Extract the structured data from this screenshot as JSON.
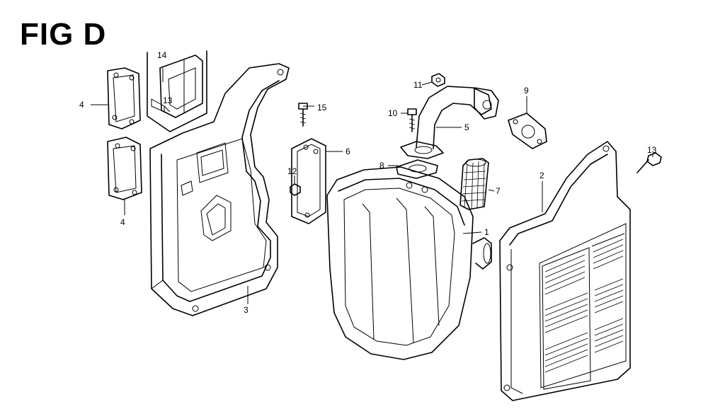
{
  "figure": {
    "title": "FIG D"
  },
  "callouts": [
    {
      "id": "c1",
      "label": "1"
    },
    {
      "id": "c2",
      "label": "2"
    },
    {
      "id": "c3",
      "label": "3"
    },
    {
      "id": "c4a",
      "label": "4"
    },
    {
      "id": "c4b",
      "label": "4"
    },
    {
      "id": "c5",
      "label": "5"
    },
    {
      "id": "c6",
      "label": "6"
    },
    {
      "id": "c7",
      "label": "7"
    },
    {
      "id": "c8",
      "label": "8"
    },
    {
      "id": "c9",
      "label": "9"
    },
    {
      "id": "c10",
      "label": "10"
    },
    {
      "id": "c11",
      "label": "11"
    },
    {
      "id": "c12",
      "label": "12"
    },
    {
      "id": "c13a",
      "label": "13"
    },
    {
      "id": "c13b",
      "label": "13"
    },
    {
      "id": "c14",
      "label": "14"
    },
    {
      "id": "c15",
      "label": "15"
    }
  ]
}
